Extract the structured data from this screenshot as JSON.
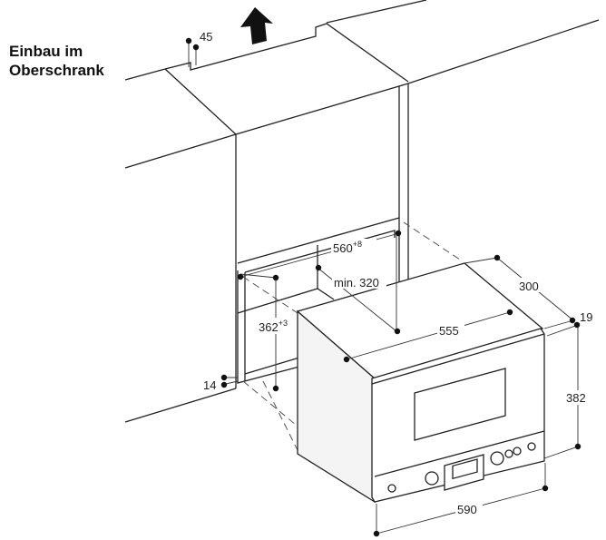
{
  "title": {
    "line1": "Einbau im",
    "line2": "Oberschrank"
  },
  "dimensions": {
    "gap_top": "45",
    "niche_width": "560",
    "niche_width_tol": "+8",
    "min_depth": "min. 320",
    "niche_height": "362",
    "niche_height_tol": "+3",
    "bottom_offset": "14",
    "appliance_depth": "555",
    "total_depth": "300",
    "front_thickness": "19",
    "appliance_height": "382",
    "appliance_width": "590"
  },
  "icons": {
    "arrow": "up-arrow-icon"
  },
  "colors": {
    "line": "#222222",
    "fill_side": "#f4f4f4"
  }
}
